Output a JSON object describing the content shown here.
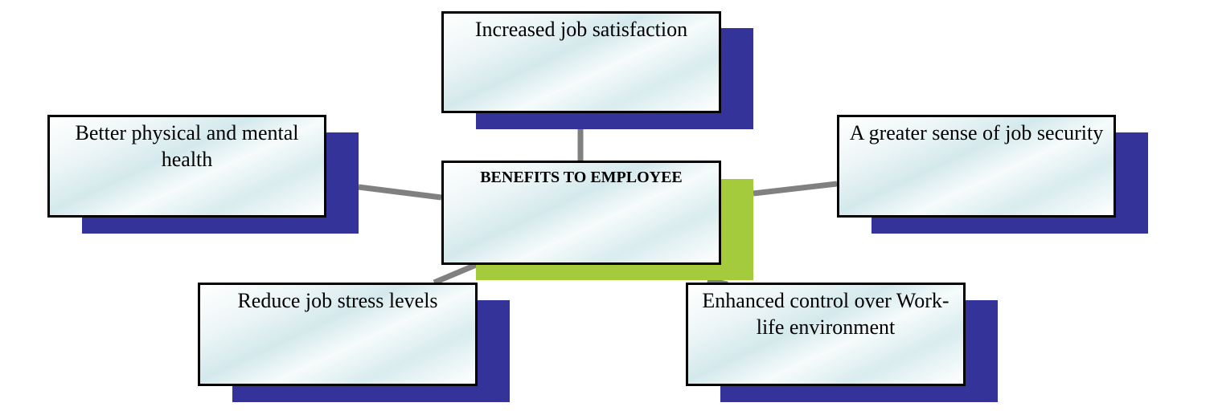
{
  "diagram": {
    "center": {
      "label": "BENEFITS TO EMPLOYEE"
    },
    "top": {
      "label": "Increased job satisfaction"
    },
    "left": {
      "label": "Better physical and mental health"
    },
    "right": {
      "label": "A greater sense of job security"
    },
    "bottom_left": {
      "label": "Reduce job stress levels"
    },
    "bottom_right": {
      "label": "Enhanced control over Work-life environment"
    }
  },
  "colors": {
    "node_shadow": "#333399",
    "center_shadow": "#a4cb3c",
    "connector": "#808080",
    "node_border": "#000000",
    "node_fill": "#d4e9ec"
  }
}
